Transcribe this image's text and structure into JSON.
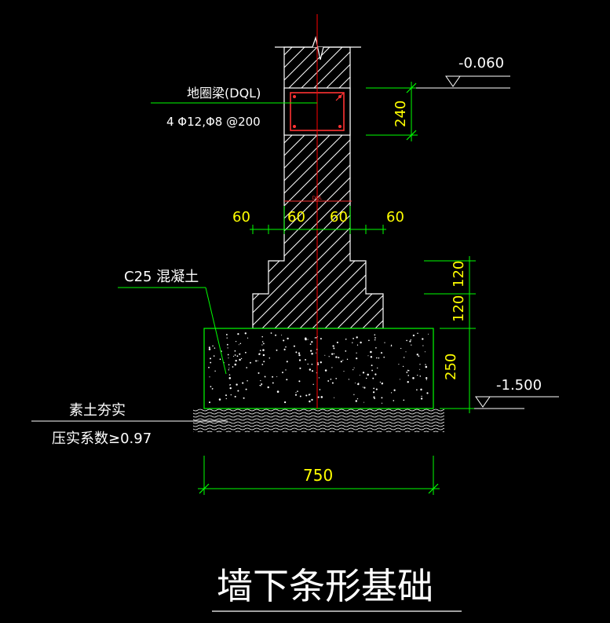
{
  "drawing": {
    "title": "墙下条形基础",
    "colors": {
      "background": "#000000",
      "outline": "#ffffff",
      "dimension": "#00ff00",
      "dimension_text": "#ffff00",
      "centerline": "#ff0000",
      "rebar": "#ff3333",
      "leader": "#00ff00",
      "label": "#ffffff",
      "elevation": "#ffffff"
    },
    "beam": {
      "name": "地圈梁(DQL)",
      "rebar": "4 Φ12,Φ8 @200",
      "small_label": "DQL"
    },
    "concrete_label": "C25 混凝土",
    "soil": {
      "line1": "素土夯实",
      "line2": "压实系数≥0.97"
    },
    "elevations": {
      "top": "-0.060",
      "bottom": "-1.500"
    },
    "dimensions": {
      "beam_height": "240",
      "step_width_outer_left": "60",
      "step_width_inner_left": "60",
      "step_width_inner_right": "60",
      "step_width_outer_right": "60",
      "step_upper_height": "120",
      "step_lower_height": "120",
      "base_height": "250",
      "base_width": "750"
    }
  }
}
